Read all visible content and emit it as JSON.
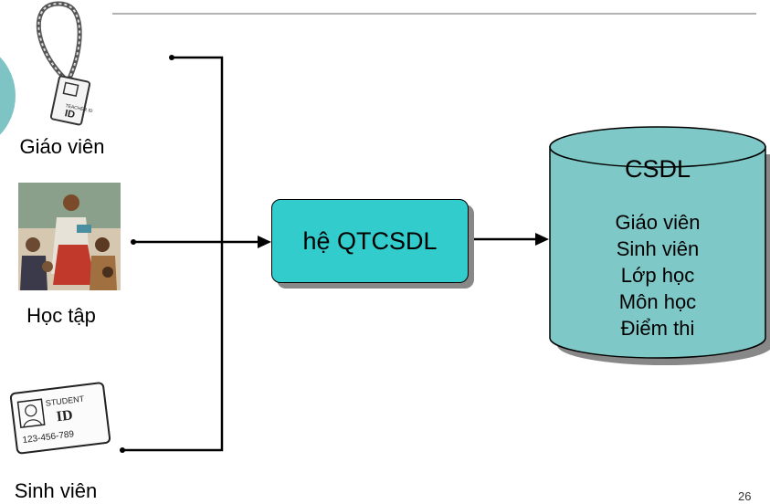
{
  "actors": {
    "teacher_label": "Giáo viên",
    "learning_label": "Học tập",
    "student_label": "Sinh viên"
  },
  "badges": {
    "teacher_badge_text": "TEACHER ID",
    "student_badge_title": "STUDENT",
    "student_badge_id": "ID",
    "student_badge_number": "123-456-789"
  },
  "dbms": {
    "label": "hệ QTCSDL"
  },
  "database": {
    "title": "CSDL",
    "items": [
      "Giáo viên",
      "Sinh viên",
      "Lớp học",
      "Môn học",
      "Điểm thi"
    ]
  },
  "slide": {
    "number": "26"
  },
  "colors": {
    "accent_teal": "#33cccc",
    "shadow": "#888888",
    "circle_deco": "#7fc4c4"
  }
}
